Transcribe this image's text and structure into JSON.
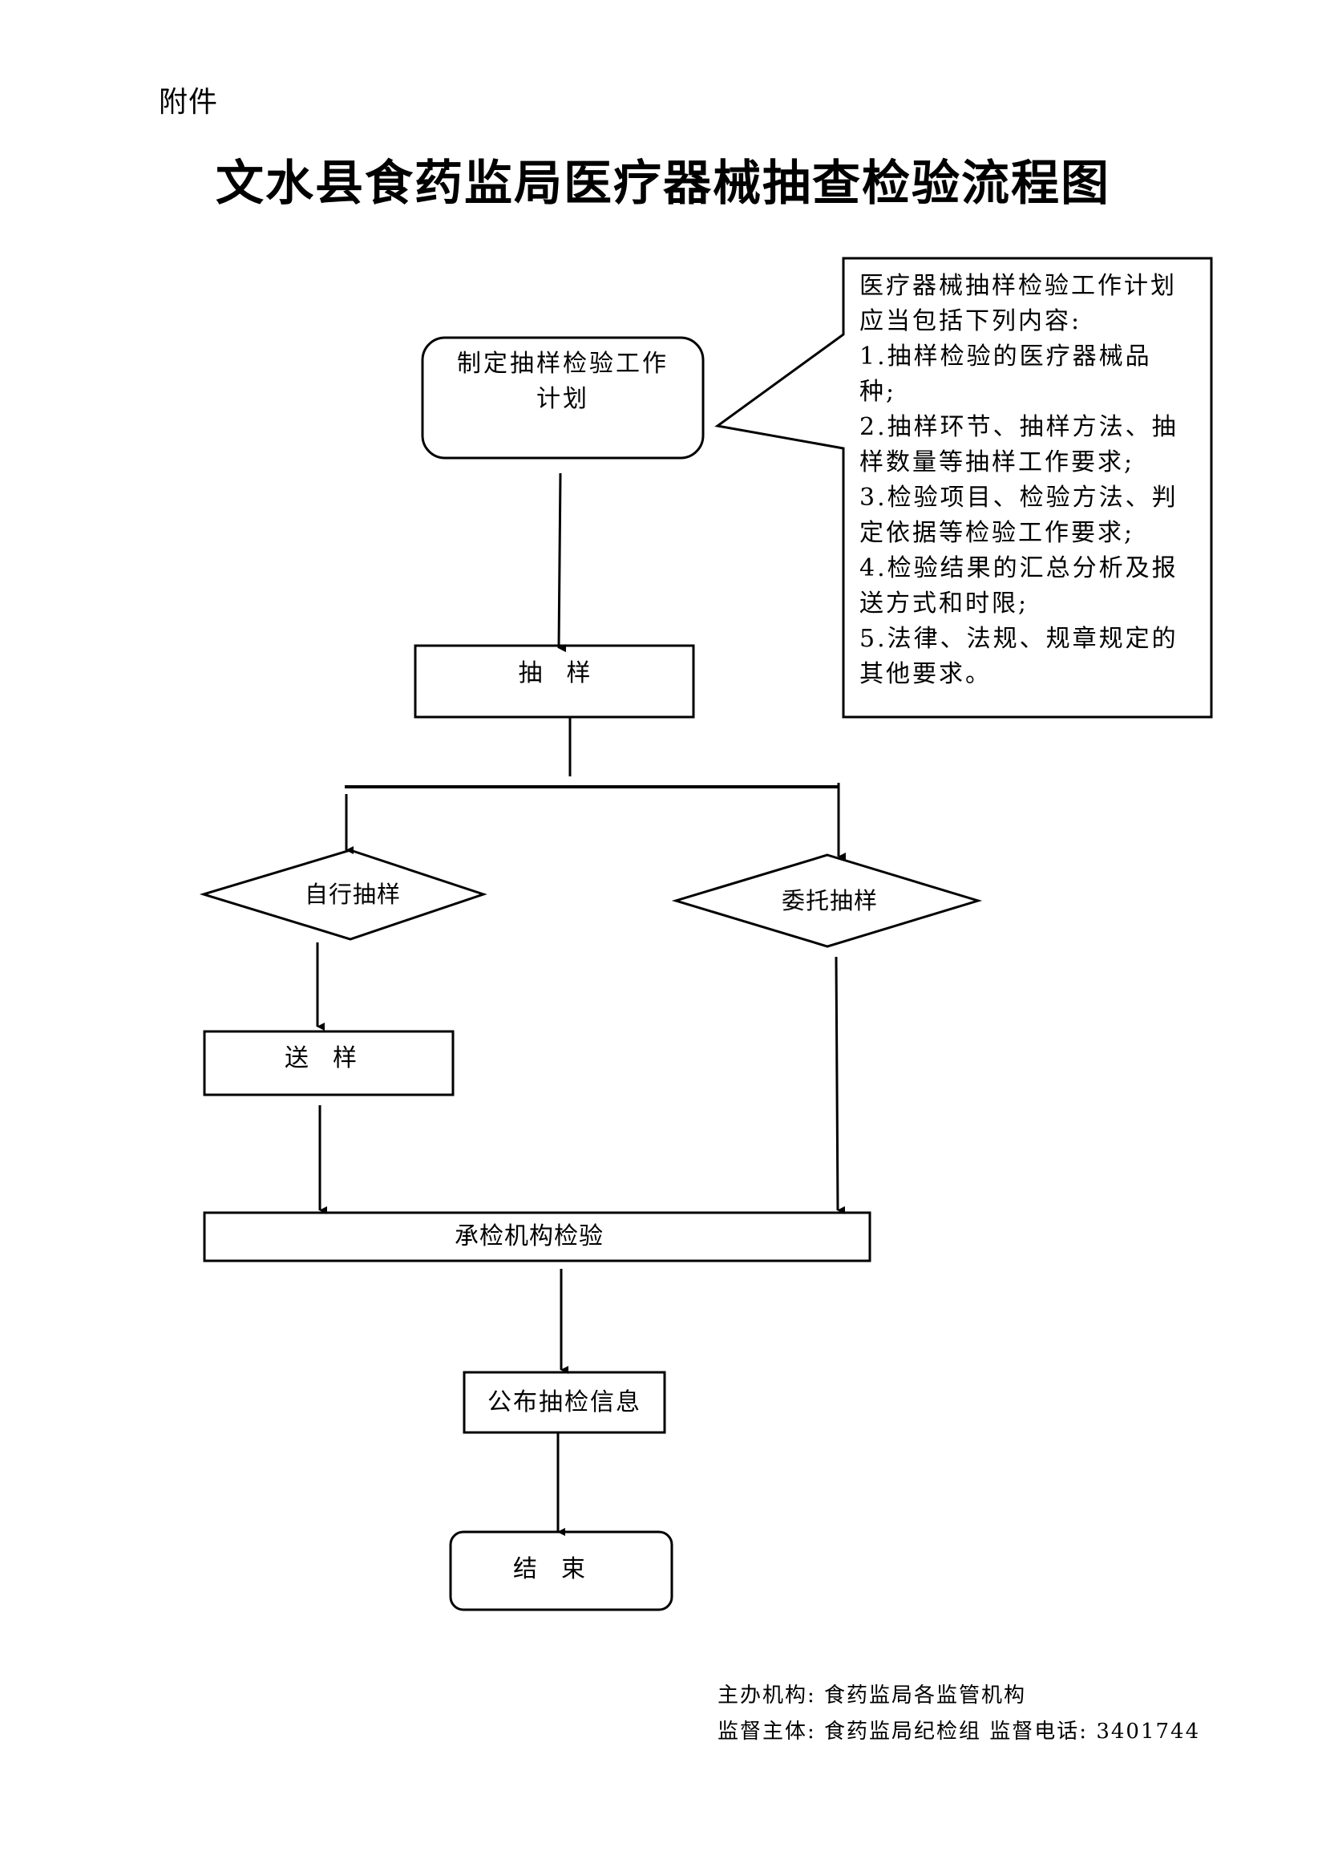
{
  "header": {
    "attachment_label": "附件",
    "title": "文水县食药监局医疗器械抽查检验流程图"
  },
  "flowchart": {
    "nodes": {
      "plan": "制定抽样检验工作\n计划",
      "sampling": "抽　样",
      "self_sampling": "自行抽样",
      "entrusted_sampling": "委托抽样",
      "send_sample": "送　样",
      "institution_inspection": "承检机构检验",
      "publish_info": "公布抽检信息",
      "end": "结　束"
    },
    "note": {
      "lines": [
        "医疗器械抽样检验工作计划",
        "应当包括下列内容:",
        "1.抽样检验的医疗器械品",
        "种;",
        "2.抽样环节、抽样方法、抽",
        "样数量等抽样工作要求;",
        "3.检验项目、检验方法、判",
        "定依据等检验工作要求;",
        "4.检验结果的汇总分析及报",
        "送方式和时限;",
        "5.法律、法规、规章规定的",
        "其他要求。"
      ]
    }
  },
  "footer": {
    "organizer": "主办机构: 食药监局各监管机构",
    "supervisor": "监督主体: 食药监局纪检组 监督电话: 3401744"
  }
}
